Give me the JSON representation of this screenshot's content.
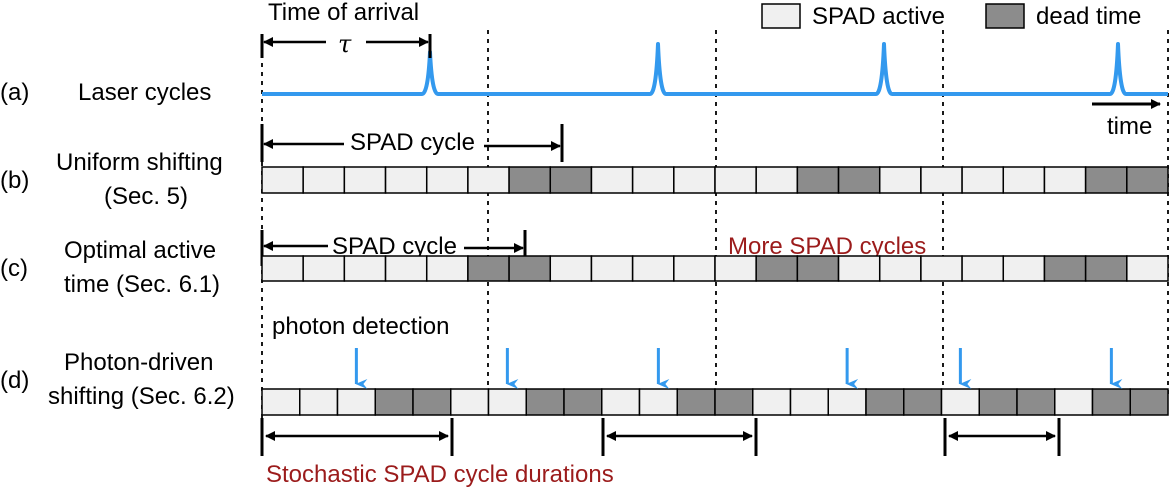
{
  "legend": {
    "active_label": "SPAD active",
    "dead_label": "dead time"
  },
  "header": {
    "time_of_arrival": "Time of arrival",
    "tau": "τ"
  },
  "rows": [
    {
      "tag": "(a)",
      "line1": "Laser cycles",
      "line2": ""
    },
    {
      "tag": "(b)",
      "line1": "Uniform shifting",
      "line2": "(Sec. 5)"
    },
    {
      "tag": "(c)",
      "line1": "Optimal active",
      "line2": "time (Sec. 6.1)"
    },
    {
      "tag": "(d)",
      "line1": "Photon-driven",
      "line2": "shifting (Sec. 6.2)"
    }
  ],
  "annotations": {
    "time": "time",
    "spad_cycle_b": "SPAD cycle",
    "spad_cycle_c": "SPAD cycle",
    "more_cycles": "More SPAD cycles",
    "photon_detection": "photon detection",
    "stochastic": "Stochastic SPAD cycle durations"
  },
  "colors": {
    "laser": "#3399ee",
    "active": "#f0f0f0",
    "dead": "#8c8c8c",
    "accent_red": "#9b1b1b"
  },
  "bins": {
    "b": [
      0,
      0,
      0,
      0,
      0,
      0,
      1,
      1,
      0,
      0,
      0,
      0,
      0,
      1,
      1,
      0,
      0,
      0,
      0,
      0,
      1,
      1
    ],
    "c": [
      0,
      0,
      0,
      0,
      0,
      1,
      1,
      0,
      0,
      0,
      0,
      0,
      1,
      1,
      0,
      0,
      0,
      0,
      0,
      1,
      1,
      0
    ],
    "d": [
      0,
      0,
      0,
      1,
      1,
      0,
      0,
      1,
      1,
      0,
      0,
      1,
      1,
      0,
      0,
      0,
      1,
      1,
      0,
      1,
      1,
      0,
      1,
      1
    ]
  },
  "photon_detection_bins": [
    2,
    6,
    10,
    15,
    18,
    22
  ]
}
